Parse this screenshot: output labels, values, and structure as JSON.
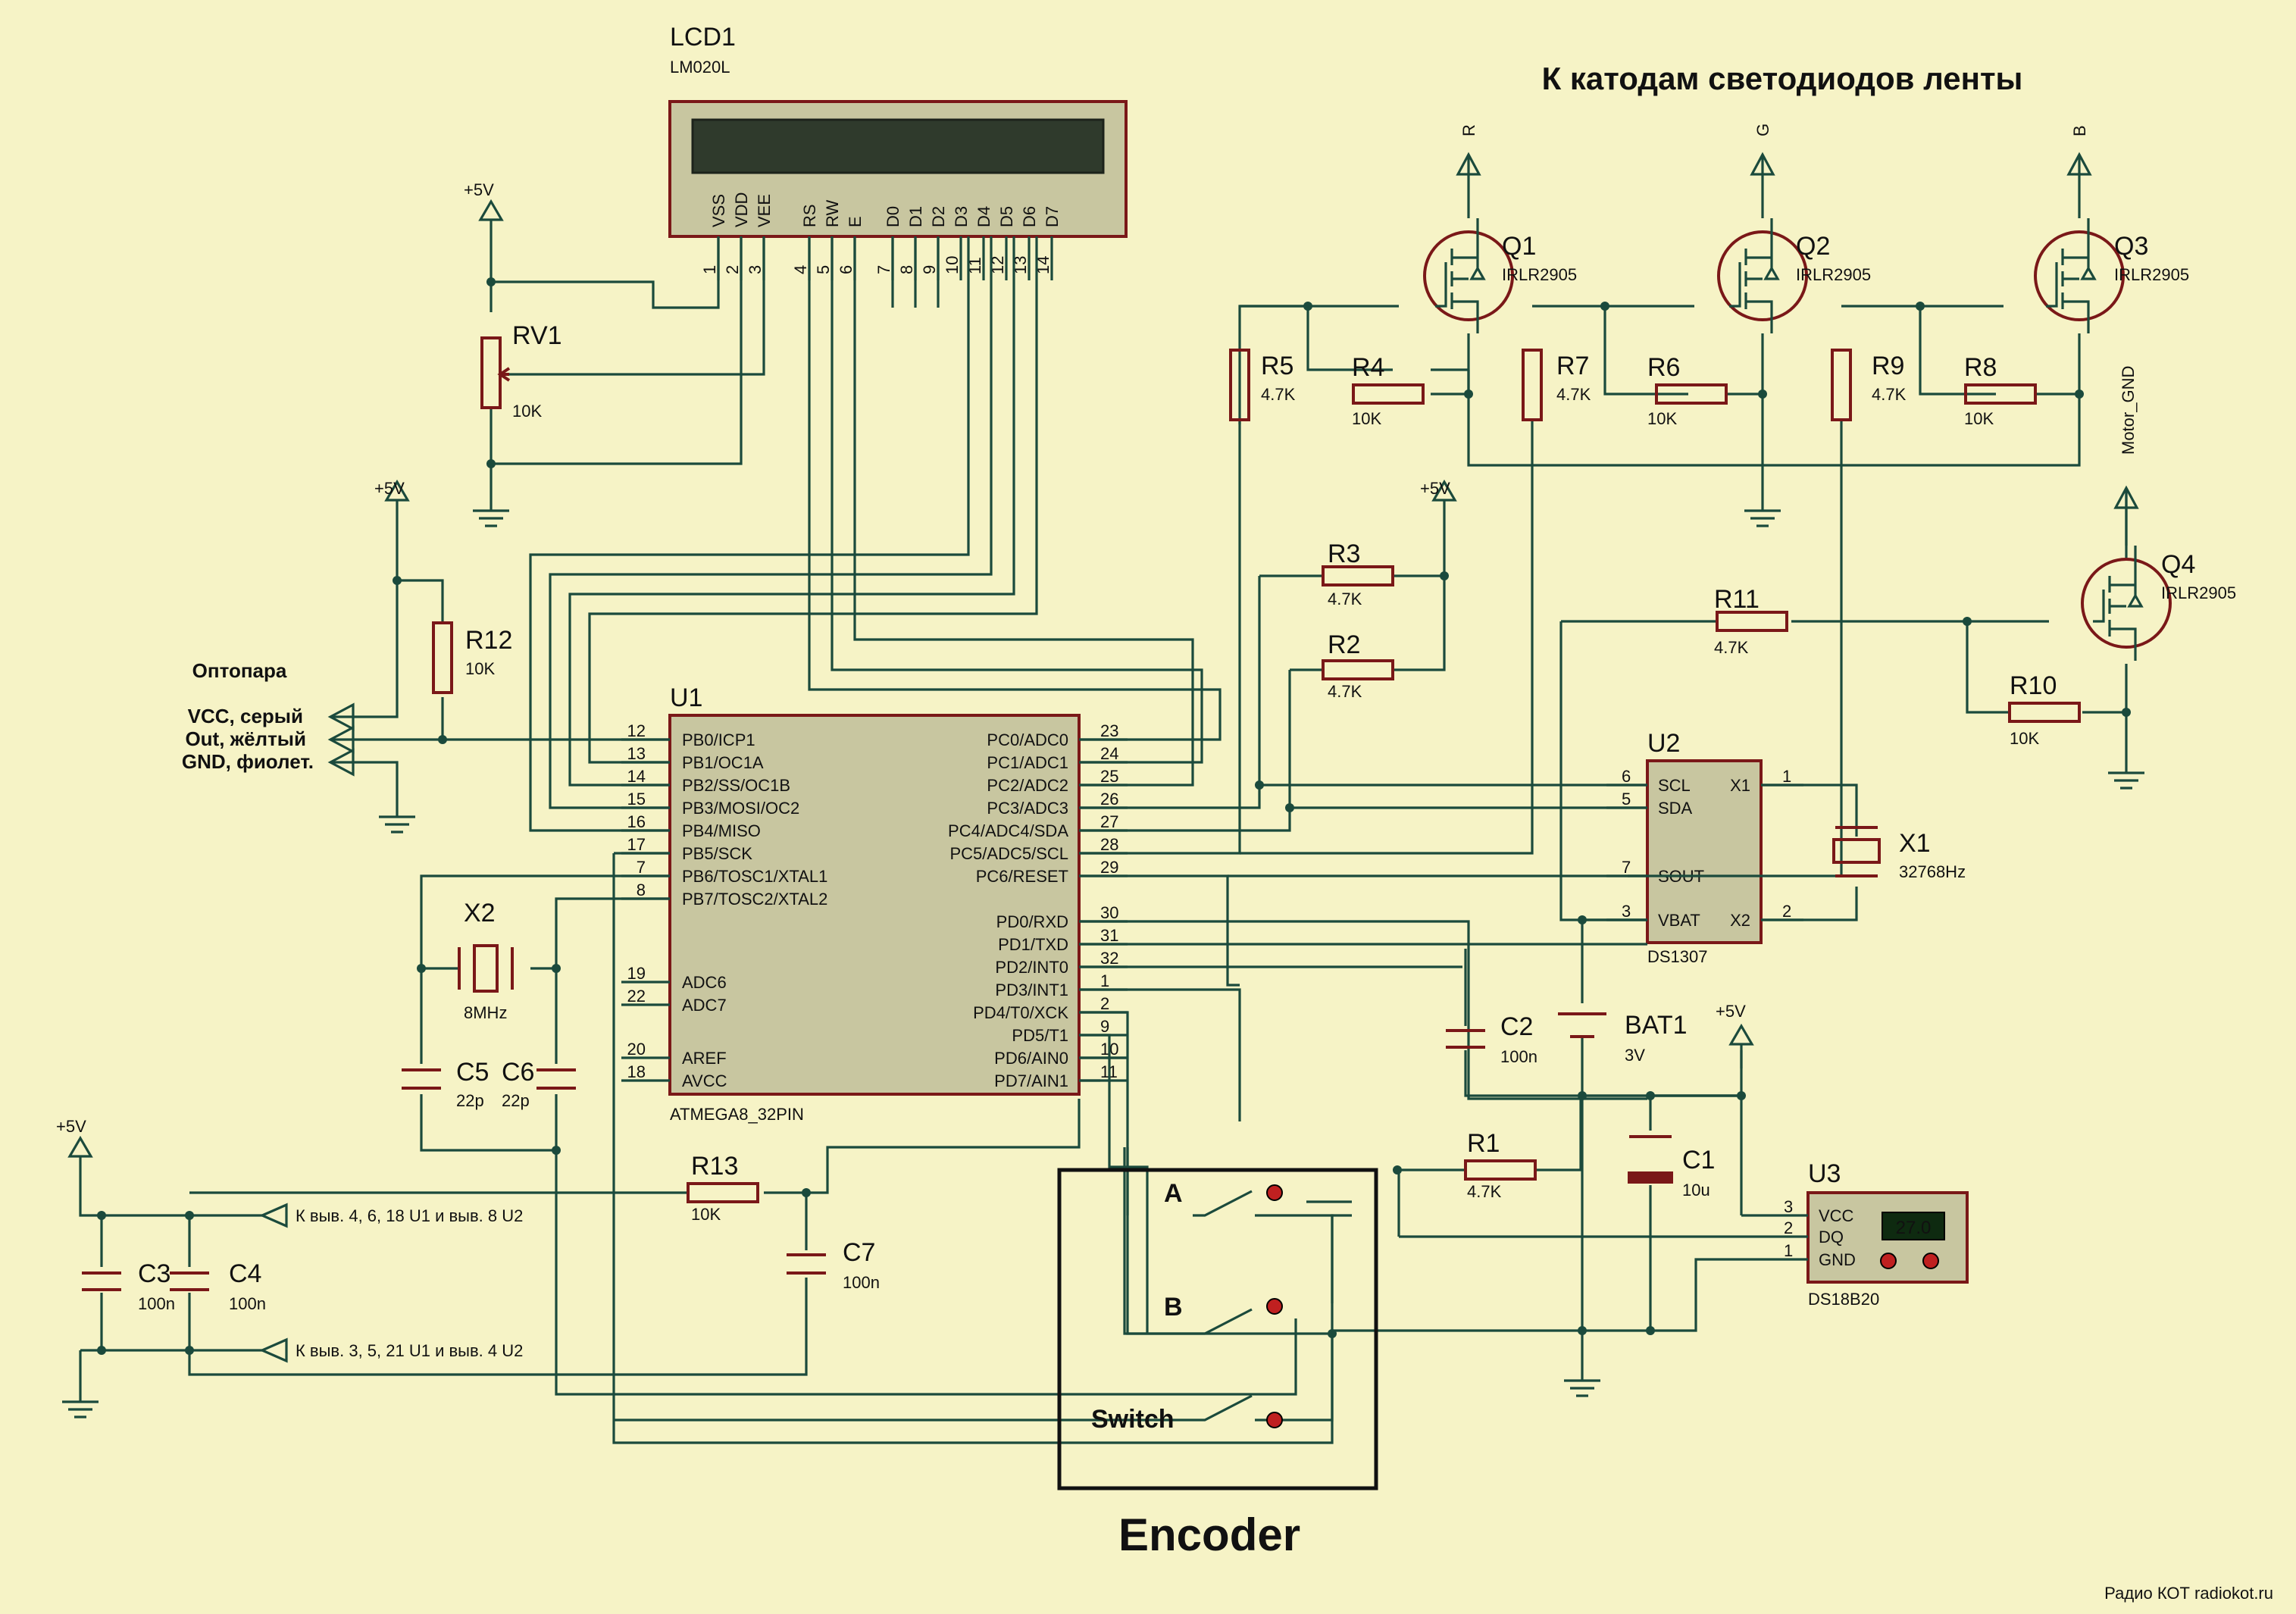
{
  "banner": "К катодам светодиодов ленты",
  "encoder_title": "Encoder",
  "watermark": "Радио КОТ radiokot.ru",
  "colors": {
    "background": "#f6f3c6",
    "wire": "#1b4a3c",
    "component": "#7a1818",
    "banner": "#7a1818",
    "ic_body": "#c8c6a0"
  },
  "lcd": {
    "ref": "LCD1",
    "model": "LM020L",
    "pins": [
      {
        "name": "VSS",
        "num": "1"
      },
      {
        "name": "VDD",
        "num": "2"
      },
      {
        "name": "VEE",
        "num": "3"
      },
      {
        "name": "RS",
        "num": "4"
      },
      {
        "name": "RW",
        "num": "5"
      },
      {
        "name": "E",
        "num": "6"
      },
      {
        "name": "D0",
        "num": "7"
      },
      {
        "name": "D1",
        "num": "8"
      },
      {
        "name": "D2",
        "num": "9"
      },
      {
        "name": "D3",
        "num": "10"
      },
      {
        "name": "D4",
        "num": "11"
      },
      {
        "name": "D5",
        "num": "12"
      },
      {
        "name": "D6",
        "num": "13"
      },
      {
        "name": "D7",
        "num": "14"
      }
    ]
  },
  "u1": {
    "ref": "U1",
    "model": "ATMEGA8_32PIN",
    "left_pins": [
      {
        "name": "PB0/ICP1",
        "num": "12"
      },
      {
        "name": "PB1/OC1A",
        "num": "13"
      },
      {
        "name": "PB2/SS/OC1B",
        "num": "14"
      },
      {
        "name": "PB3/MOSI/OC2",
        "num": "15"
      },
      {
        "name": "PB4/MISO",
        "num": "16"
      },
      {
        "name": "PB5/SCK",
        "num": "17"
      },
      {
        "name": "PB6/TOSC1/XTAL1",
        "num": "7"
      },
      {
        "name": "PB7/TOSC2/XTAL2",
        "num": "8"
      },
      {
        "name": "ADC6",
        "num": "19"
      },
      {
        "name": "ADC7",
        "num": "22"
      },
      {
        "name": "AREF",
        "num": "20"
      },
      {
        "name": "AVCC",
        "num": "18"
      }
    ],
    "right_pins": [
      {
        "name": "PC0/ADC0",
        "num": "23"
      },
      {
        "name": "PC1/ADC1",
        "num": "24"
      },
      {
        "name": "PC2/ADC2",
        "num": "25"
      },
      {
        "name": "PC3/ADC3",
        "num": "26"
      },
      {
        "name": "PC4/ADC4/SDA",
        "num": "27"
      },
      {
        "name": "PC5/ADC5/SCL",
        "num": "28"
      },
      {
        "name": "PC6/RESET",
        "num": "29"
      },
      {
        "name": "PD0/RXD",
        "num": "30"
      },
      {
        "name": "PD1/TXD",
        "num": "31"
      },
      {
        "name": "PD2/INT0",
        "num": "32"
      },
      {
        "name": "PD3/INT1",
        "num": "1"
      },
      {
        "name": "PD4/T0/XCK",
        "num": "2"
      },
      {
        "name": "PD5/T1",
        "num": "9"
      },
      {
        "name": "PD6/AIN0",
        "num": "10"
      },
      {
        "name": "PD7/AIN1",
        "num": "11"
      }
    ]
  },
  "u2": {
    "ref": "U2",
    "model": "DS1307",
    "pins": [
      {
        "name": "SCL",
        "num": "6"
      },
      {
        "name": "SDA",
        "num": "5"
      },
      {
        "name": "SOUT",
        "num": "7"
      },
      {
        "name": "VBAT",
        "num": "3"
      },
      {
        "name": "X1",
        "num": "1"
      },
      {
        "name": "X2",
        "num": "2"
      }
    ]
  },
  "u3": {
    "ref": "U3",
    "model": "DS18B20",
    "display": "27.0",
    "pins": [
      {
        "name": "VCC",
        "num": "3"
      },
      {
        "name": "DQ",
        "num": "2"
      },
      {
        "name": "GND",
        "num": "1"
      }
    ]
  },
  "mosfets": [
    {
      "ref": "Q1",
      "model": "IRLR2905",
      "net": "R"
    },
    {
      "ref": "Q2",
      "model": "IRLR2905",
      "net": "G"
    },
    {
      "ref": "Q3",
      "model": "IRLR2905",
      "net": "B"
    },
    {
      "ref": "Q4",
      "model": "IRLR2905",
      "net": "Motor_GND"
    }
  ],
  "resistors": [
    {
      "ref": "R1",
      "value": "4.7K"
    },
    {
      "ref": "R2",
      "value": "4.7K"
    },
    {
      "ref": "R3",
      "value": "4.7K"
    },
    {
      "ref": "R4",
      "value": "10K"
    },
    {
      "ref": "R5",
      "value": "4.7K"
    },
    {
      "ref": "R6",
      "value": "10K"
    },
    {
      "ref": "R7",
      "value": "4.7K"
    },
    {
      "ref": "R8",
      "value": "10K"
    },
    {
      "ref": "R9",
      "value": "4.7K"
    },
    {
      "ref": "R10",
      "value": "10K"
    },
    {
      "ref": "R11",
      "value": "4.7K"
    },
    {
      "ref": "R12",
      "value": "10K"
    },
    {
      "ref": "R13",
      "value": "10K"
    }
  ],
  "rv1": {
    "ref": "RV1",
    "value": "10K"
  },
  "capacitors": [
    {
      "ref": "C1",
      "value": "10u"
    },
    {
      "ref": "C2",
      "value": "100n"
    },
    {
      "ref": "C3",
      "value": "100n"
    },
    {
      "ref": "C4",
      "value": "100n"
    },
    {
      "ref": "C5",
      "value": "22p"
    },
    {
      "ref": "C6",
      "value": "22p"
    },
    {
      "ref": "C7",
      "value": "100n"
    }
  ],
  "crystals": [
    {
      "ref": "X1",
      "value": "32768Hz"
    },
    {
      "ref": "X2",
      "value": "8MHz"
    }
  ],
  "battery": {
    "ref": "BAT1",
    "value": "3V"
  },
  "power_label": "+5V",
  "optocoupler": {
    "title": "Оптопара",
    "vcc": "VCC, серый",
    "out": "Out, жёлтый",
    "gnd": "GND, фиолет."
  },
  "notes": {
    "vcc_note": "К выв. 4, 6, 18 U1 и выв. 8 U2",
    "gnd_note": "К выв. 3, 5, 21 U1 и выв. 4 U2"
  },
  "encoder": {
    "a": "A",
    "b": "B",
    "switch": "Switch"
  }
}
